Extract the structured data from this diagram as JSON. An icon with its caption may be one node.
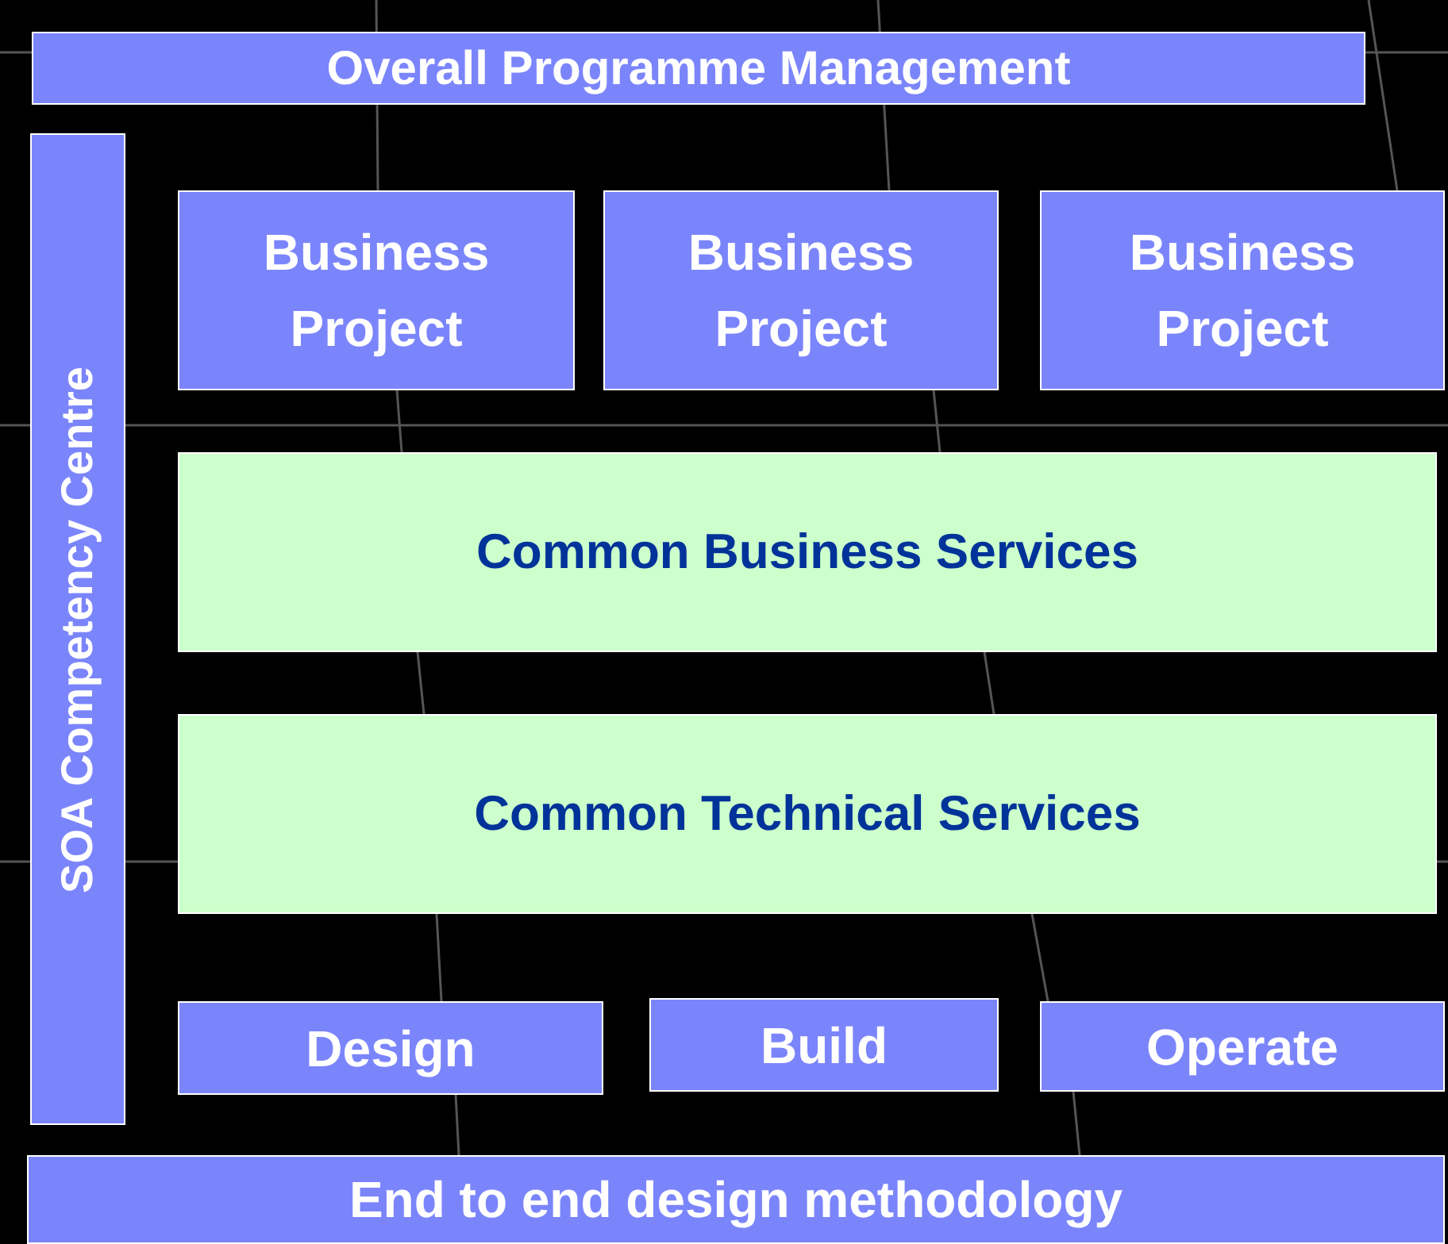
{
  "diagram": {
    "nodes": [
      {
        "text": [
          "Overall Programme Management"
        ]
      },
      {
        "text": [
          "SOA Competency Centre"
        ]
      },
      {
        "text": [
          "Business Project"
        ]
      },
      {
        "text": [
          "Business Project"
        ]
      },
      {
        "text": [
          "Business Project"
        ]
      },
      {
        "text": [
          "Common Business Services"
        ]
      },
      {
        "text": [
          "Common Technical Services"
        ]
      },
      {
        "text": [
          "Design"
        ]
      },
      {
        "text": [
          "Build"
        ]
      },
      {
        "text": [
          "Operate"
        ]
      },
      {
        "text": [
          "End to end design methodology"
        ]
      }
    ]
  }
}
